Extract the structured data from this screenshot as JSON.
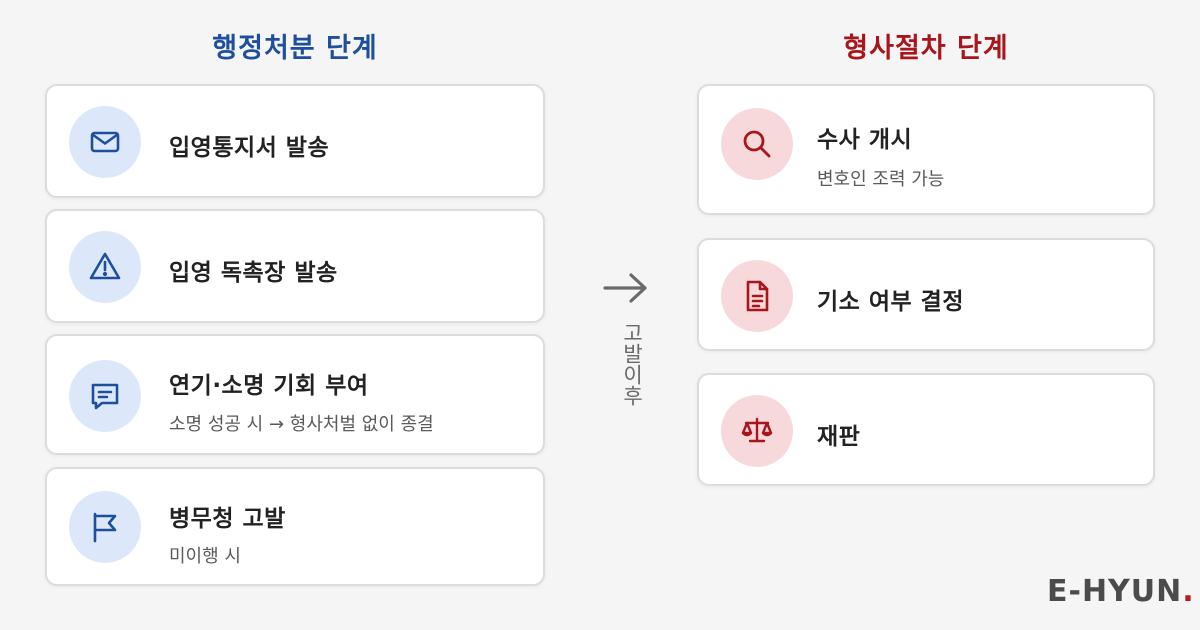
{
  "left": {
    "title": "행정처분 단계",
    "cards": [
      {
        "icon": "mail-icon",
        "title": "입영통지서 발송"
      },
      {
        "icon": "warning-icon",
        "title": "입영 독촉장 발송"
      },
      {
        "icon": "message-icon",
        "title": "연기·소명 기회 부여",
        "subtitle": "소명 성공 시 → 형사처벌 없이 종결"
      },
      {
        "icon": "flag-icon",
        "title": "병무청 고발",
        "subtitle": "미이행 시"
      }
    ]
  },
  "middle": {
    "arrow_icon": "arrow-right-icon",
    "label": "고발이후"
  },
  "right": {
    "title": "형사절차 단계",
    "cards": [
      {
        "icon": "search-icon",
        "title": "수사 개시",
        "subtitle": "변호인 조력 가능"
      },
      {
        "icon": "document-icon",
        "title": "기소 여부 결정"
      },
      {
        "icon": "scale-icon",
        "title": "재판"
      }
    ]
  },
  "brand": {
    "logo_main": "E-HYUN",
    "logo_dot": "."
  },
  "colors": {
    "left_accent": "#1f4f9c",
    "right_accent": "#a8161c",
    "left_icon_bg": "#dce8f9",
    "right_icon_bg": "#f8d9db"
  }
}
